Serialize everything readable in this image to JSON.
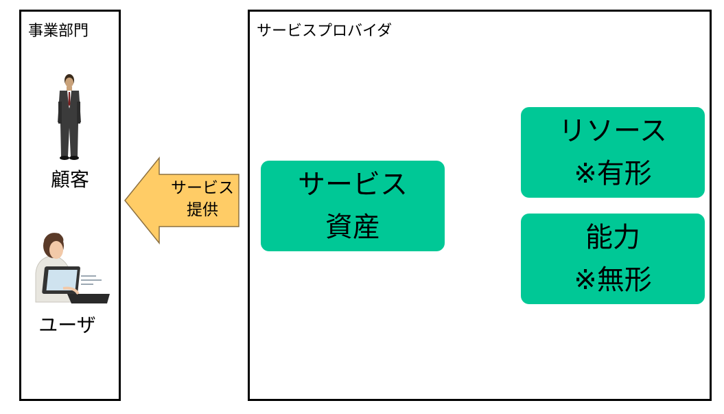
{
  "business_unit": {
    "title": "事業部門",
    "customer": {
      "label": "顧客",
      "icon": "businessman-icon"
    },
    "user": {
      "label": "ユーザ",
      "icon": "person-at-laptop-icon"
    }
  },
  "arrow": {
    "line1": "サービス",
    "line2": "提供",
    "color": "#ffcc66"
  },
  "provider": {
    "title": "サービスプロバイダ",
    "asset": {
      "line1": "サービス",
      "line2": "資産"
    },
    "resource": {
      "line1": "リソース",
      "line2": "※有形"
    },
    "capability": {
      "line1": "能力",
      "line2": "※無形"
    },
    "box_color": "#00c896"
  }
}
